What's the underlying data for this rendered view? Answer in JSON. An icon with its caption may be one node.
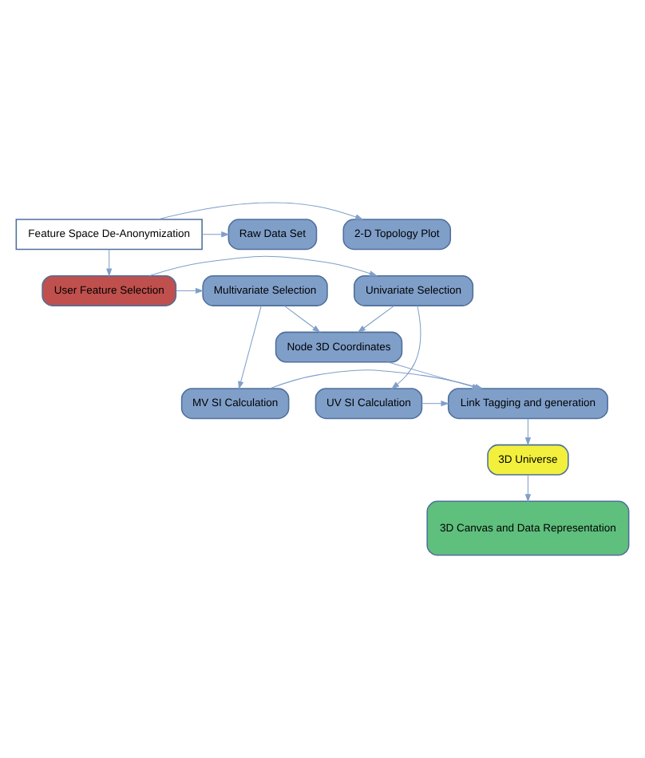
{
  "diagram": {
    "nodes": [
      {
        "text": [
          "Raw Data Set"
        ]
      },
      {
        "text": [
          "Feature Space De-Anonymization"
        ]
      },
      {
        "text": [
          "2-D Topology Plot"
        ]
      },
      {
        "text": [
          "Univariate Selection"
        ]
      },
      {
        "text": [
          "User Feature Selection"
        ]
      },
      {
        "text": [
          "Multivariate Selection"
        ]
      },
      {
        "text": [
          "Node 3D Coordinates"
        ]
      },
      {
        "text": [
          "UV SI Calculation"
        ]
      },
      {
        "text": [
          "Link Tagging and generation"
        ]
      },
      {
        "text": [
          "MV SI Calculation"
        ]
      },
      {
        "text": [
          "3D Universe"
        ]
      },
      {
        "text": [
          "3D Canvas and Data Representation"
        ]
      }
    ],
    "edges": [
      {
        "from": 1,
        "to": 0,
        "arrow": "to"
      },
      {
        "from": 1,
        "to": 2,
        "arrow": "to"
      },
      {
        "from": 1,
        "to": 4,
        "arrow": "to"
      },
      {
        "from": 4,
        "to": 3,
        "arrow": "to"
      },
      {
        "from": 4,
        "to": 5,
        "arrow": "to"
      },
      {
        "from": 3,
        "to": 6,
        "arrow": "to"
      },
      {
        "from": 5,
        "to": 6,
        "arrow": "to"
      },
      {
        "from": 3,
        "to": 7,
        "arrow": "to"
      },
      {
        "from": 5,
        "to": 9,
        "arrow": "to"
      },
      {
        "from": 6,
        "to": 8,
        "arrow": "to"
      },
      {
        "from": 7,
        "to": 8,
        "arrow": "to"
      },
      {
        "from": 9,
        "to": 8,
        "arrow": "to"
      },
      {
        "from": 8,
        "to": 10,
        "arrow": "to"
      },
      {
        "from": 10,
        "to": 11,
        "arrow": "to"
      }
    ]
  }
}
